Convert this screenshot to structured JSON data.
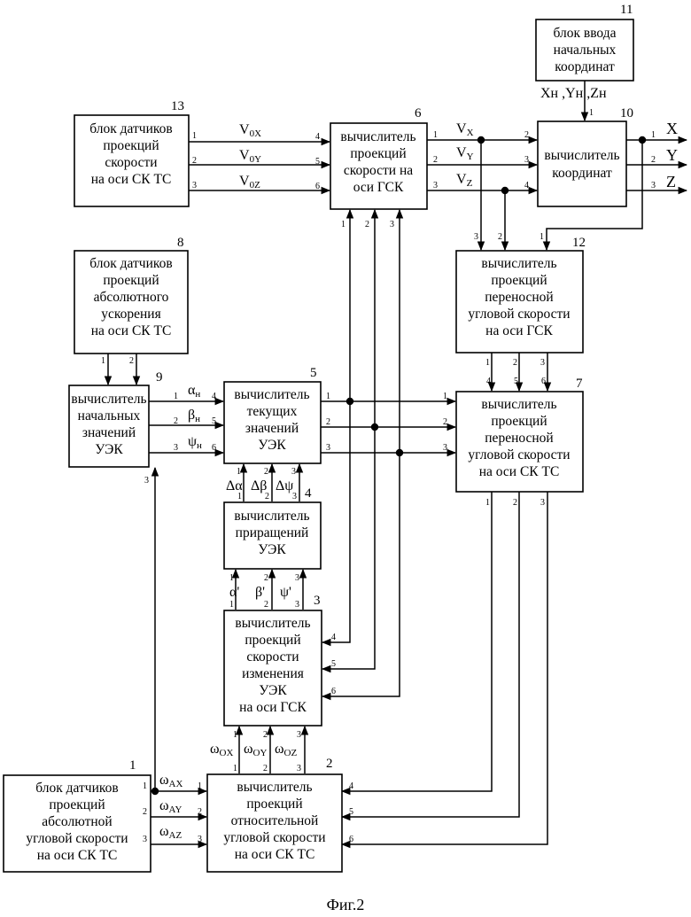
{
  "blocks": {
    "b1": {
      "num": "1",
      "lines": [
        "блок датчиков",
        "проекций",
        "абсолютной",
        "угловой скорости",
        "на оси СК ТС"
      ]
    },
    "b2": {
      "num": "2",
      "lines": [
        "вычислитель",
        "проекций",
        "относительной",
        "угловой скорости",
        "на оси СК ТС"
      ]
    },
    "b3": {
      "num": "3",
      "lines": [
        "вычислитель",
        "проекций",
        "скорости",
        "изменения",
        "УЭК",
        "на оси ГСК"
      ]
    },
    "b4": {
      "num": "4",
      "lines": [
        "вычислитель",
        "приращений",
        "УЭК"
      ]
    },
    "b5": {
      "num": "5",
      "lines": [
        "вычислитель",
        "текущих",
        "значений",
        "УЭК"
      ]
    },
    "b6": {
      "num": "6",
      "lines": [
        "вычислитель",
        "проекций",
        "скорости на",
        "оси ГСК"
      ]
    },
    "b7": {
      "num": "7",
      "lines": [
        "вычислитель",
        "проекций",
        "переносной",
        "угловой скорости",
        "на оси СК ТС"
      ]
    },
    "b8": {
      "num": "8",
      "lines": [
        "блок датчиков",
        "проекций",
        "абсолютного",
        "ускорения",
        "на оси СК ТС"
      ]
    },
    "b9": {
      "num": "9",
      "lines": [
        "вычислитель",
        "начальных",
        "значений",
        "УЭК"
      ]
    },
    "b10": {
      "num": "10",
      "lines": [
        "вычислитель",
        "координат"
      ]
    },
    "b11": {
      "num": "11",
      "lines": [
        "блок ввода",
        "начальных",
        "координат"
      ]
    },
    "b12": {
      "num": "12",
      "lines": [
        "вычислитель",
        "проекций",
        "переносной",
        "угловой скорости",
        "на оси ГСК"
      ]
    },
    "b13": {
      "num": "13",
      "lines": [
        "блок датчиков",
        "проекций",
        "скорости",
        "на оси СК ТС"
      ]
    }
  },
  "signals": {
    "v0x": {
      "main": "V",
      "sub": "0X"
    },
    "v0y": {
      "main": "V",
      "sub": "0Y"
    },
    "v0z": {
      "main": "V",
      "sub": "0Z"
    },
    "vx": {
      "main": "V",
      "sub": "X"
    },
    "vy": {
      "main": "V",
      "sub": "Y"
    },
    "vz": {
      "main": "V",
      "sub": "Z"
    },
    "xyz_initial": "Xн ,Yн ,Zн",
    "alpha_n": {
      "main": "α",
      "sub": "н"
    },
    "beta_n": {
      "main": "β",
      "sub": "н"
    },
    "psi_n": {
      "main": "ψ",
      "sub": "н"
    },
    "d_alpha": "Δα",
    "d_beta": "Δβ",
    "d_psi": "Δψ",
    "alpha_dot": "α'",
    "beta_dot": "β'",
    "psi_dot": "ψ'",
    "w_ax": {
      "main": "ω",
      "sub": "AX"
    },
    "w_ay": {
      "main": "ω",
      "sub": "AY"
    },
    "w_az": {
      "main": "ω",
      "sub": "AZ"
    },
    "w_ox": {
      "main": "ω",
      "sub": "OX"
    },
    "w_oy": {
      "main": "ω",
      "sub": "OY"
    },
    "w_oz": {
      "main": "ω",
      "sub": "OZ"
    }
  },
  "outputs": {
    "x": "X",
    "y": "Y",
    "z": "Z"
  },
  "ports": {
    "p1": "1",
    "p2": "2",
    "p3": "3",
    "p4": "4",
    "p5": "5",
    "p6": "6"
  },
  "caption": "Фиг.2"
}
